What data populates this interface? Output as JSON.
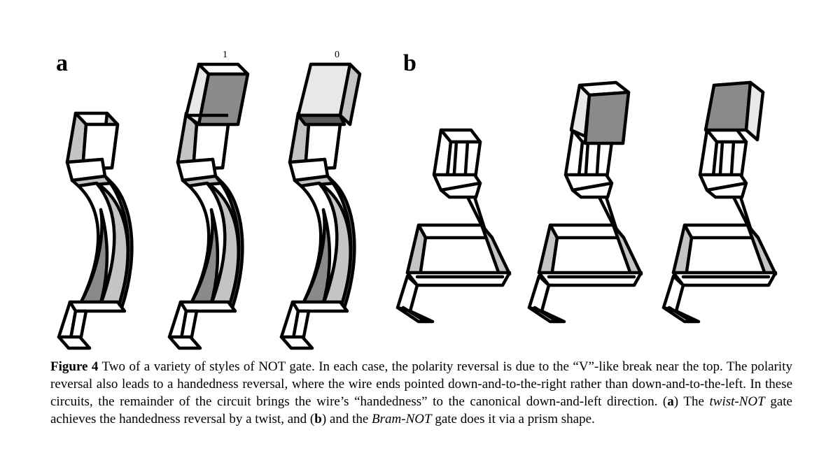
{
  "panels": {
    "a": "a",
    "b": "b"
  },
  "bit_labels": {
    "one": "1",
    "zero": "0"
  },
  "caption": {
    "prefix": "Figure 4",
    "part1": " Two of a variety of styles of NOT gate. In each case, the polarity reversal is due to the “V”-like break near the top. The polarity reversal also leads to a handedness reversal, where the wire ends pointed down-and-to-the-right rather than down-and-to-the-left. In these circuits, the remainder of the circuit brings the wire’s “handedness” to the canonical down-and-left direction. (",
    "a_ref": "a",
    "part2": ") The ",
    "twist_not": "twist-NOT",
    "part3": " gate achieves the handedness reversal by a twist, and (",
    "b_ref": "b",
    "part4": ") and the ",
    "bram_not": "Bram-NOT",
    "part5": " gate does it via a prism shape."
  },
  "colors": {
    "dark_fill": "#8a8a8a",
    "mid_fill": "#c4c4c4",
    "light_fill": "#e8e8e8",
    "stroke": "#000000"
  }
}
